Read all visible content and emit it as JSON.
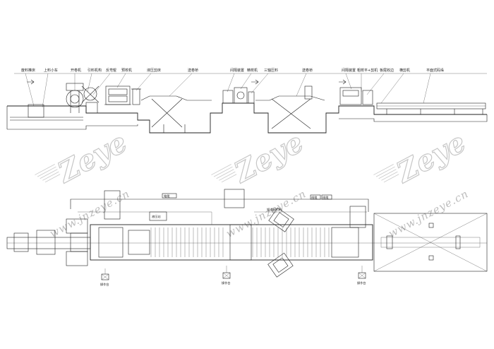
{
  "side_view": {
    "labels": [
      "废料推床",
      "上料小车",
      "开卷机",
      "引料机构",
      "反弯辊",
      "预校机",
      "液压剪床",
      "送卷桥",
      "间隔装置",
      "精校机",
      "三轴压料",
      "送卷桥",
      "间隔装置",
      "粗校平+剪机",
      "板尾收边",
      "横剪机",
      "平面式码垛"
    ]
  },
  "plan_view": {
    "control_panels": [
      "操作台",
      "操作台",
      "操作台"
    ],
    "hydraulic_station": "液压站",
    "conveyor": "辊道卸料机",
    "dim_labels": [
      "电缆",
      "线缆",
      "线缆"
    ]
  },
  "watermark": {
    "logo": "Zeye",
    "url": "www.jnzeye.cn"
  }
}
